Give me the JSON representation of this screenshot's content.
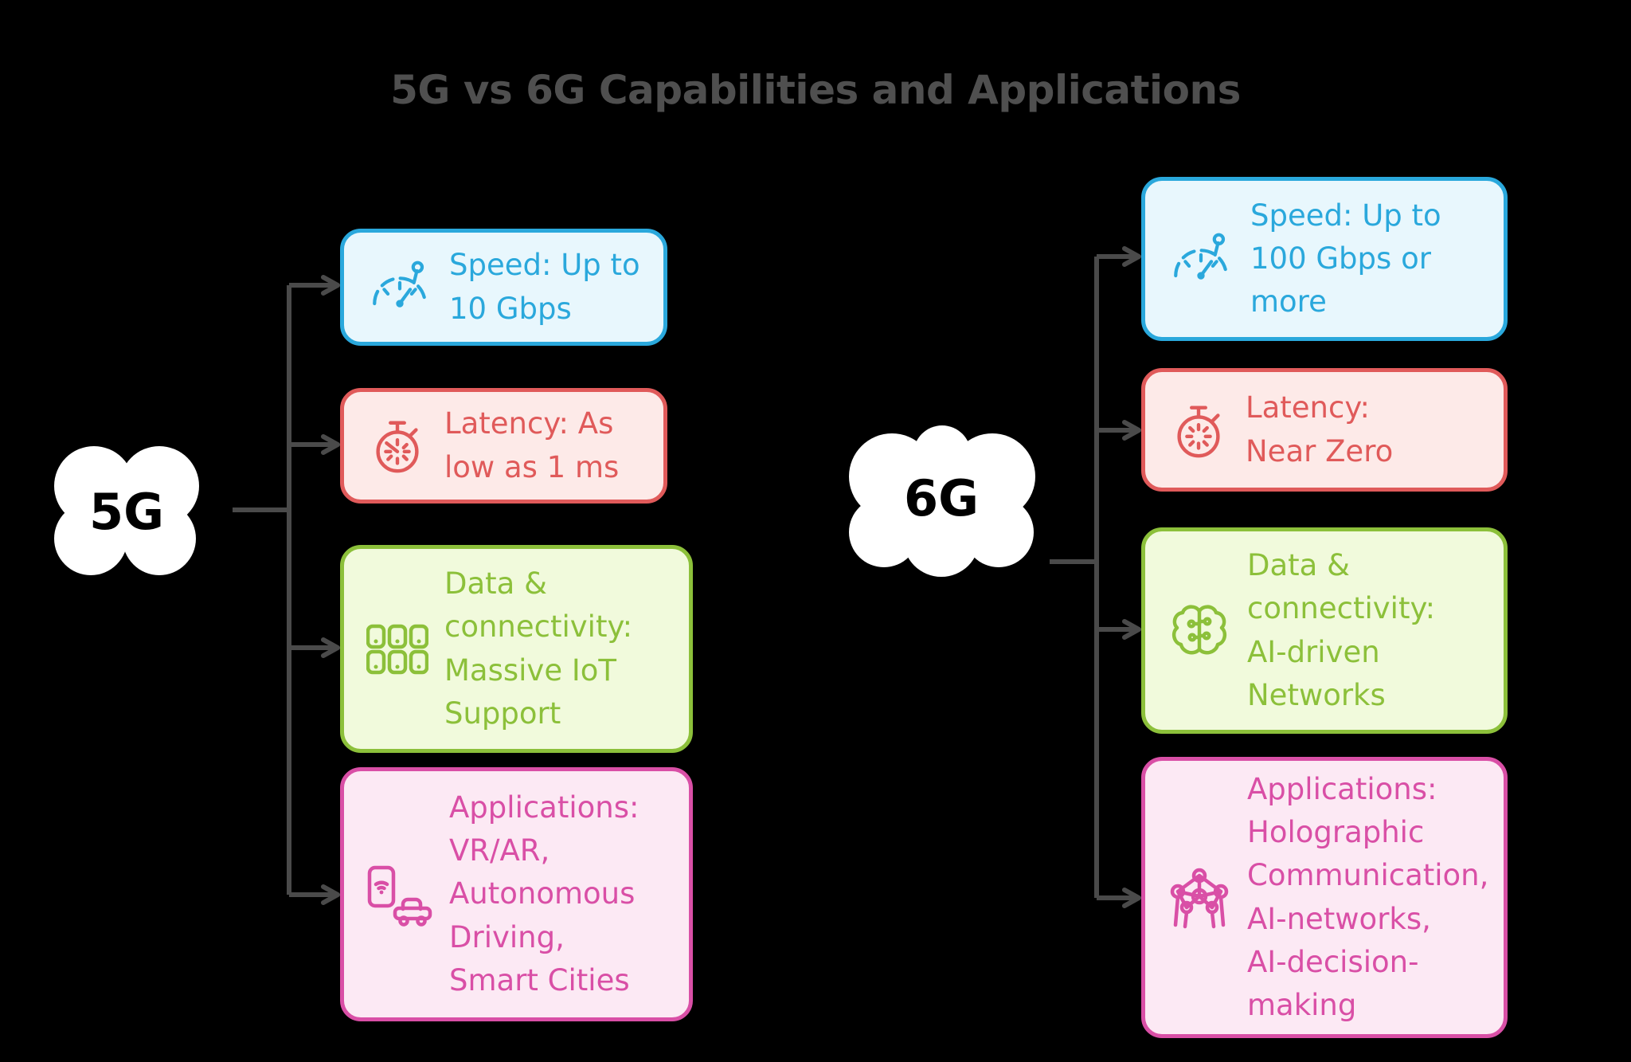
{
  "title": "5G vs 6G Capabilities and Applications",
  "colors": {
    "background": "#000000",
    "title_text": "#4f4f4f",
    "connector_gray": "#4a4a4a",
    "cloud_fill": "#ffffff",
    "cloud_text": "#000000",
    "speed_blue": "#2aa8dc",
    "speed_blue_fill": "#e8f7fd",
    "latency_red": "#e05a5a",
    "latency_red_fill": "#fdeae8",
    "data_green": "#8cc03a",
    "data_green_fill": "#f1fadc",
    "applications_pink": "#d94fa6",
    "applications_pink_fill": "#fce9f4"
  },
  "diagram": {
    "left": {
      "label": "5G",
      "items": [
        {
          "icon": "speedometer-icon",
          "category": "speed",
          "text": "Speed: Up to\n10 Gbps"
        },
        {
          "icon": "timer-icon",
          "category": "latency",
          "text": "Latency: As\nlow as 1 ms"
        },
        {
          "icon": "iot-devices-icon",
          "category": "data-connectivity",
          "text": "Data &\nconnectivity:\nMassive IoT\nSupport"
        },
        {
          "icon": "phone-car-icon",
          "category": "applications",
          "text": "Applications:\nVR/AR,\nAutonomous\nDriving,\nSmart Cities"
        }
      ]
    },
    "right": {
      "label": "6G",
      "items": [
        {
          "icon": "speedometer-icon",
          "category": "speed",
          "text": "Speed: Up to\n100 Gbps or\nmore"
        },
        {
          "icon": "stopwatch-icon",
          "category": "latency",
          "text": "Latency:\nNear Zero"
        },
        {
          "icon": "brain-icon",
          "category": "data-connectivity",
          "text": "Data &\nconnectivity:\nAI-driven\nNetworks"
        },
        {
          "icon": "network-nodes-icon",
          "category": "applications",
          "text": "Applications:\nHolographic\nCommunication,\nAI-networks,\nAI-decision-\nmaking"
        }
      ]
    }
  }
}
